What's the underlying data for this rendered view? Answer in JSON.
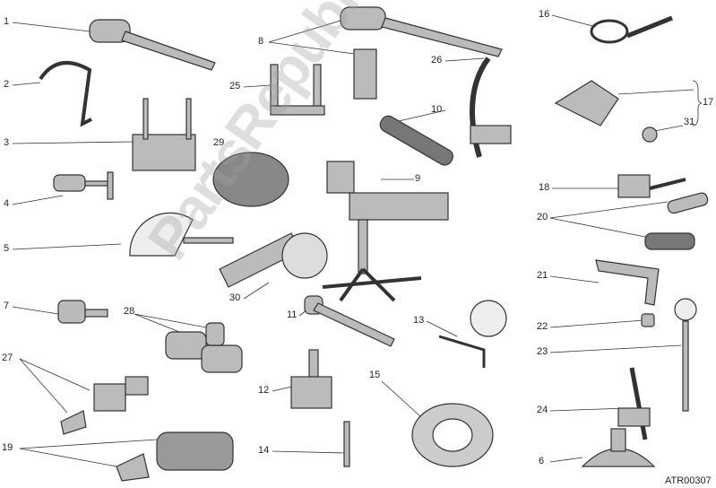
{
  "diagram": {
    "labels": [
      "1",
      "2",
      "3",
      "4",
      "5",
      "7",
      "27",
      "19",
      "8",
      "25",
      "29",
      "26",
      "10",
      "9",
      "30",
      "11",
      "28",
      "12",
      "14",
      "15",
      "13",
      "16",
      "17",
      "31",
      "18",
      "20",
      "21",
      "22",
      "23",
      "24",
      "6"
    ],
    "code": "ATR00307",
    "watermark": "PartsRepublik"
  }
}
